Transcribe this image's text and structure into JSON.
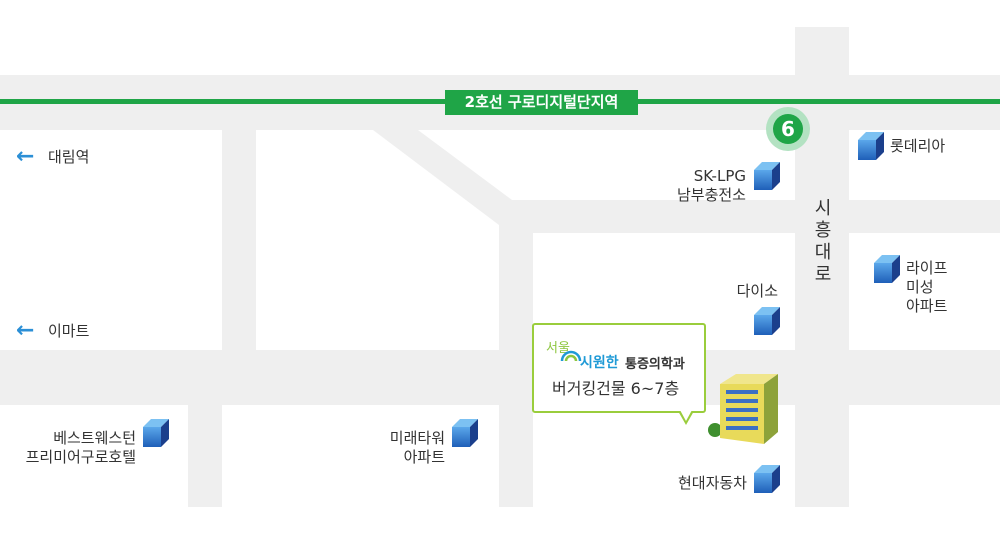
{
  "subway": {
    "station_label": "2호선 구로디지털단지역",
    "exit_number": "6",
    "line_color": "#1fa547"
  },
  "road": {
    "name": "시흥대로",
    "chars": [
      "시",
      "흥",
      "대",
      "로"
    ]
  },
  "directions": [
    {
      "label": "대림역",
      "icon": "arrow-left-icon"
    },
    {
      "label": "이마트",
      "icon": "arrow-left-icon"
    }
  ],
  "landmarks": {
    "sk_lpg": [
      "SK-LPG",
      "남부충전소"
    ],
    "lotteria": "롯데리아",
    "life_apt": [
      "라이프",
      "미성",
      "아파트"
    ],
    "daiso": "다이소",
    "bestwestern": [
      "베스트웨스턴",
      "프리미어구로호텔"
    ],
    "mirae": [
      "미래타워",
      "아파트"
    ],
    "hyundai": "현대자동차"
  },
  "callout": {
    "seoul": "서울",
    "brand": "시원한",
    "clinic": "통증의학과",
    "location": "버거킹건물 6~7층",
    "border_color": "#9acd3c"
  }
}
